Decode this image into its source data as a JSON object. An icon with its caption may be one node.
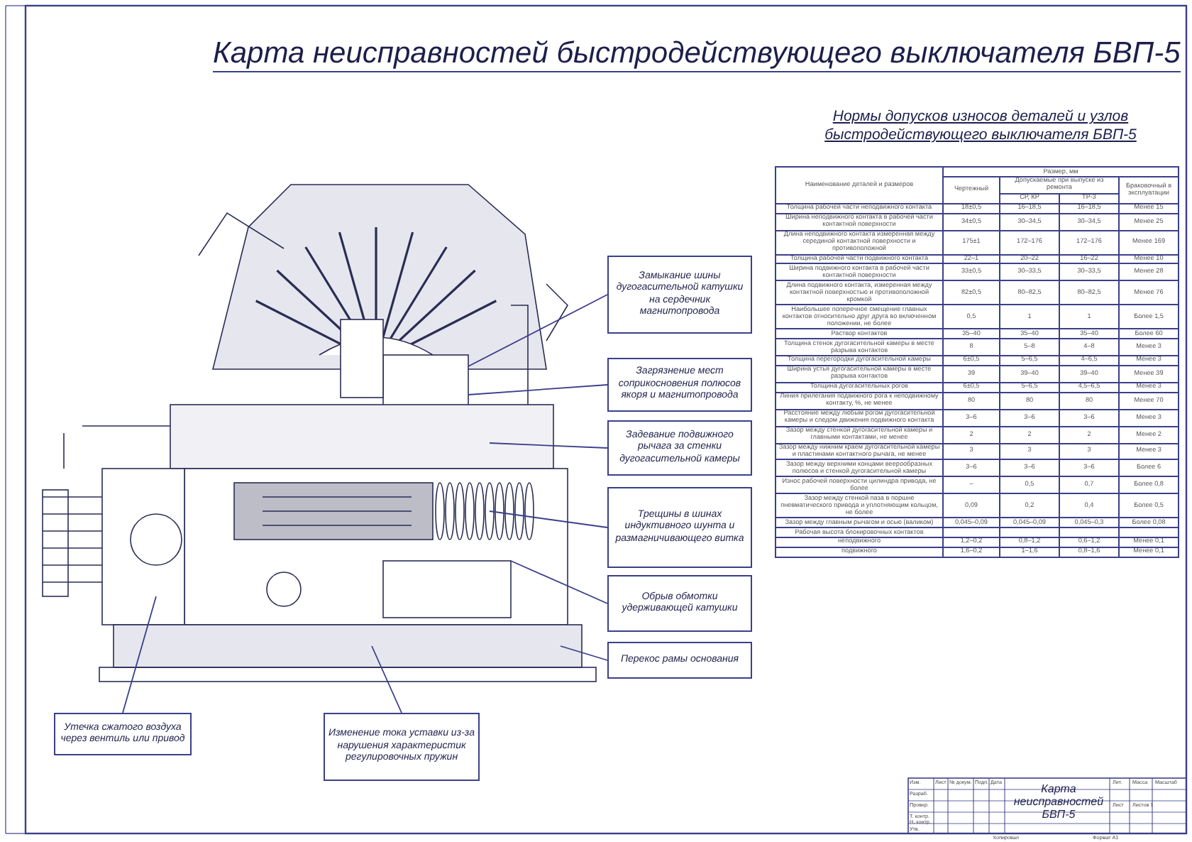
{
  "diagram": {
    "title": "Карта неисправностей быстродействующего выключателя БВП-5",
    "nodes": [
      {
        "text": [
          "Замыкание шины дугогасительной катушки на сердечник магнитопровода"
        ]
      },
      {
        "text": [
          "Загрязнение мест соприкосновения полюсов якоря и магнитопровода"
        ]
      },
      {
        "text": [
          "Задевание подвижного рычага за стенки дугогасительной камеры"
        ]
      },
      {
        "text": [
          "Трещины в шинах индуктивного шунта и размагничивающего витка"
        ]
      },
      {
        "text": [
          "Обрыв обмотки удерживающей катушки"
        ]
      },
      {
        "text": [
          "Перекос рамы основания"
        ]
      },
      {
        "text": [
          "Утечка сжатого воздуха через вентиль или привод"
        ]
      },
      {
        "text": [
          "Изменение тока уставки из-за нарушения характеристик регулировочных пружин"
        ]
      }
    ],
    "edges": [
      {
        "from": 0,
        "to": null,
        "arrow": "none"
      },
      {
        "from": 1,
        "to": null,
        "arrow": "none"
      },
      {
        "from": 2,
        "to": null,
        "arrow": "none"
      },
      {
        "from": 3,
        "to": null,
        "arrow": "none"
      },
      {
        "from": 4,
        "to": null,
        "arrow": "none"
      },
      {
        "from": 5,
        "to": null,
        "arrow": "none"
      },
      {
        "from": 6,
        "to": null,
        "arrow": "none"
      },
      {
        "from": 7,
        "to": null,
        "arrow": "none"
      }
    ],
    "labels": [
      "Нормы допусков износов деталей и узлов быстродействующего выключателя БВП-5",
      "Наименование деталей и размеров",
      "Размер, мм",
      "Чертежный",
      "Допускаемые при выпуске из ремонта",
      "Браковочный в эксплуатации",
      "СР, КР",
      "ТР-3",
      "Толщина рабочей части неподвижного контакта",
      "18±0,5",
      "16–18,5",
      "16–18,5",
      "Менее 15",
      "Ширина неподвижного контакта в рабочей части контактной поверхности",
      "34±0,5",
      "30–34,5",
      "30–34,5",
      "Менее 25",
      "Длина неподвижного контакта измеренная между серединой контактной поверхности и противоположной",
      "175±1",
      "172–176",
      "172–176",
      "Менее 169",
      "Толщина рабочей части подвижного контакта",
      "22–1",
      "20–22",
      "16–22",
      "Менее 10",
      "Ширина подвижного контакта в рабочей части контактной поверхности",
      "33±0,5",
      "30–33,5",
      "30–33,5",
      "Менее 28",
      "Длина подвижного контакта, измеренная между контактной поверхностью и противоположной кромкой",
      "82±0,5",
      "80–82,5",
      "80–82,5",
      "Менее 76",
      "Наибольшее поперечное смещение главных контактов относительно друг друга во включенном положении, не более",
      "0,5",
      "1",
      "1",
      "Более 1,5",
      "Раствор контактов",
      "35–40",
      "35–40",
      "35–40",
      "Более 60",
      "Толщина стенок дугогасительной камеры в месте разрыва контактов",
      "8",
      "5–8",
      "4–8",
      "Менее 3",
      "Толщина перегородки дугогасительной камеры",
      "6±0,5",
      "5–6,5",
      "4–6,5",
      "Менее 3",
      "Ширина устья дугогасительной камеры в месте разрыва контактов",
      "39",
      "39–40",
      "39–40",
      "Менее 39",
      "Толщина дугогасительных рогов",
      "6±0,5",
      "5–6,5",
      "4,5–6,5",
      "Менее 3",
      "Линия прилегания подвижного рога к неподвижному контакту, %, не менее",
      "80",
      "80",
      "80",
      "Менее 70",
      "Расстояние между любым рогом дугогасительной камеры и следом движения подвижного контакта",
      "3–6",
      "3–6",
      "3–6",
      "Менее 3",
      "Зазор между стенкой дугогасительной камеры и главными контактами, не менее",
      "2",
      "2",
      "2",
      "Менее 2",
      "Зазор между нижним краем дугогасительной камеры и пластинами контактного рычага, не менее",
      "3",
      "3",
      "3",
      "Менее 3",
      "Зазор между верхними концами веерообразных полюсов и стенкой дугогасительной камеры",
      "3–6",
      "3–6",
      "3–6",
      "Более 6",
      "Износ рабочей поверхности цилиндра привода, не более",
      "–",
      "0,5",
      "0,7",
      "Более 0,8",
      "Зазор между стенкой паза в поршне пневматического привода и уплотняющим кольцом, не более",
      "0,09",
      "0,2",
      "0,4",
      "Более 0,5",
      "Зазор между главным рычагом и осью (валиком)",
      "0,045–0,09",
      "0,045–0,09",
      "0,045–0,3",
      "Более 0,08",
      "Рабочая высота блокировочных контактов",
      "неподвижного",
      "1,2–0,2",
      "0,8–1,2",
      "0,6–1,2",
      "Менее 0,1",
      "подвижного",
      "1,6–0,2",
      "1–1,6",
      "0,8–1,6",
      "Менее 0,1",
      "Изм.",
      "Лист",
      "№ докум.",
      "Подп.",
      "Дата",
      "Разраб.",
      "Провер.",
      "Т. контр.",
      "Н. контр.",
      "Утв.",
      "Карта неисправностей БВП-5",
      "Лит.",
      "Масса",
      "Масштаб",
      "Лист",
      "Листов 1",
      "Копировал",
      "Формат А1"
    ]
  }
}
